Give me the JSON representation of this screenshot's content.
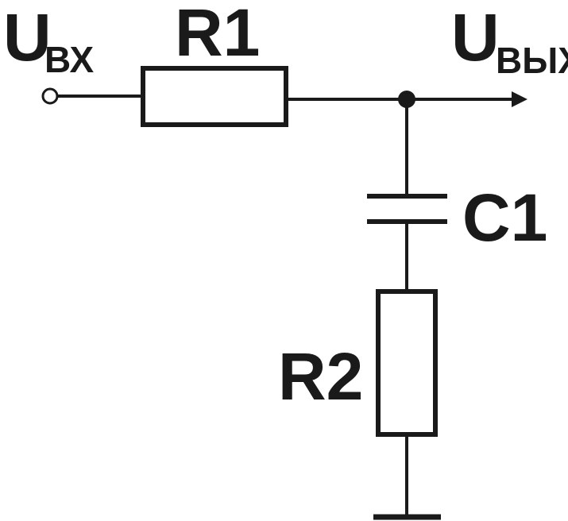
{
  "diagram": {
    "input_label": {
      "main": "U",
      "sub": "ВХ"
    },
    "output_label": {
      "main": "U",
      "sub": "ВЫХ"
    },
    "components": {
      "r1": "R1",
      "c1": "C1",
      "r2": "R2"
    }
  },
  "colors": {
    "ink": "#1a1a1a",
    "background": "#ffffff"
  }
}
